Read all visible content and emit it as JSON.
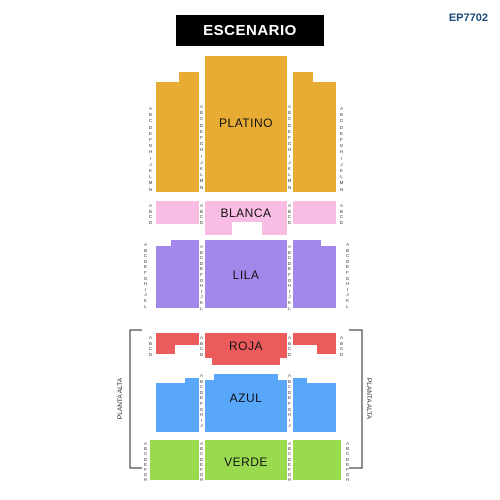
{
  "stage_label": "ESCENARIO",
  "event_code": "EP7702",
  "colors": {
    "platino": "#e8ac35",
    "blanca": "#f9bce2",
    "lila": "#a388ec",
    "roja": "#ec5b5b",
    "azul": "#58a7fb",
    "verde": "#9ada4e"
  },
  "sections": {
    "platino": "PLATINO",
    "blanca": "BLANCA",
    "lila": "LILA",
    "roja": "ROJA",
    "azul": "AZUL",
    "verde": "VERDE"
  },
  "planta_alta": "PLANTA ALTA",
  "rows": {
    "platino_side": [
      "A",
      "B",
      "C",
      "D",
      "E",
      "F",
      "G",
      "H",
      "I",
      "J",
      "K",
      "L",
      "M",
      "N"
    ],
    "platino_inner": [
      "A",
      "B",
      "C",
      "D",
      "E",
      "F",
      "G",
      "H",
      "I",
      "J",
      "K",
      "L",
      "M",
      "N"
    ],
    "blanca": [
      "A",
      "B",
      "C",
      "D"
    ],
    "lila": [
      "A",
      "B",
      "C",
      "D",
      "E",
      "F",
      "G",
      "H",
      "I",
      "J",
      "K",
      "L"
    ],
    "roja": [
      "A",
      "B",
      "C",
      "D"
    ],
    "azul": [
      "A",
      "B",
      "C",
      "D",
      "E",
      "F",
      "G",
      "H",
      "I",
      "J"
    ],
    "verde": [
      "A",
      "B",
      "C",
      "D",
      "E",
      "F",
      "G",
      "H"
    ]
  }
}
